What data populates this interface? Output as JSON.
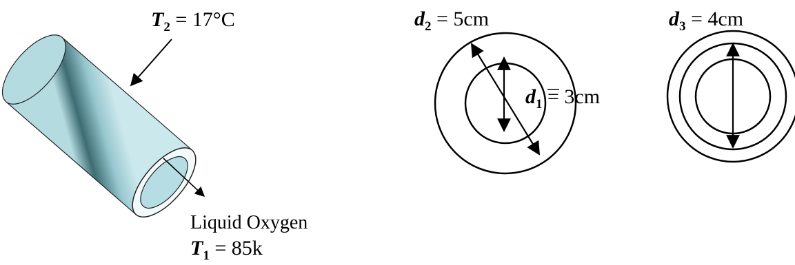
{
  "pipe": {
    "outer_temp_symbol": "T",
    "outer_temp_sub": "2",
    "outer_temp_rest": " = 17°C",
    "fluid_label": "Liquid Oxygen",
    "inner_temp_symbol": "T",
    "inner_temp_sub": "1",
    "inner_temp_rest": " = 85k",
    "outer_fill": "#a9d3da",
    "inner_fill": "#b6dde3"
  },
  "section_a": {
    "outer_symbol": "d",
    "outer_sub": "2",
    "outer_rest": " = 5cm",
    "inner_symbol": "d",
    "inner_sub": "1",
    "inner_rest": " = 3cm"
  },
  "section_b": {
    "dia_symbol": "d",
    "dia_sub": "3",
    "dia_rest": " = 4cm"
  }
}
